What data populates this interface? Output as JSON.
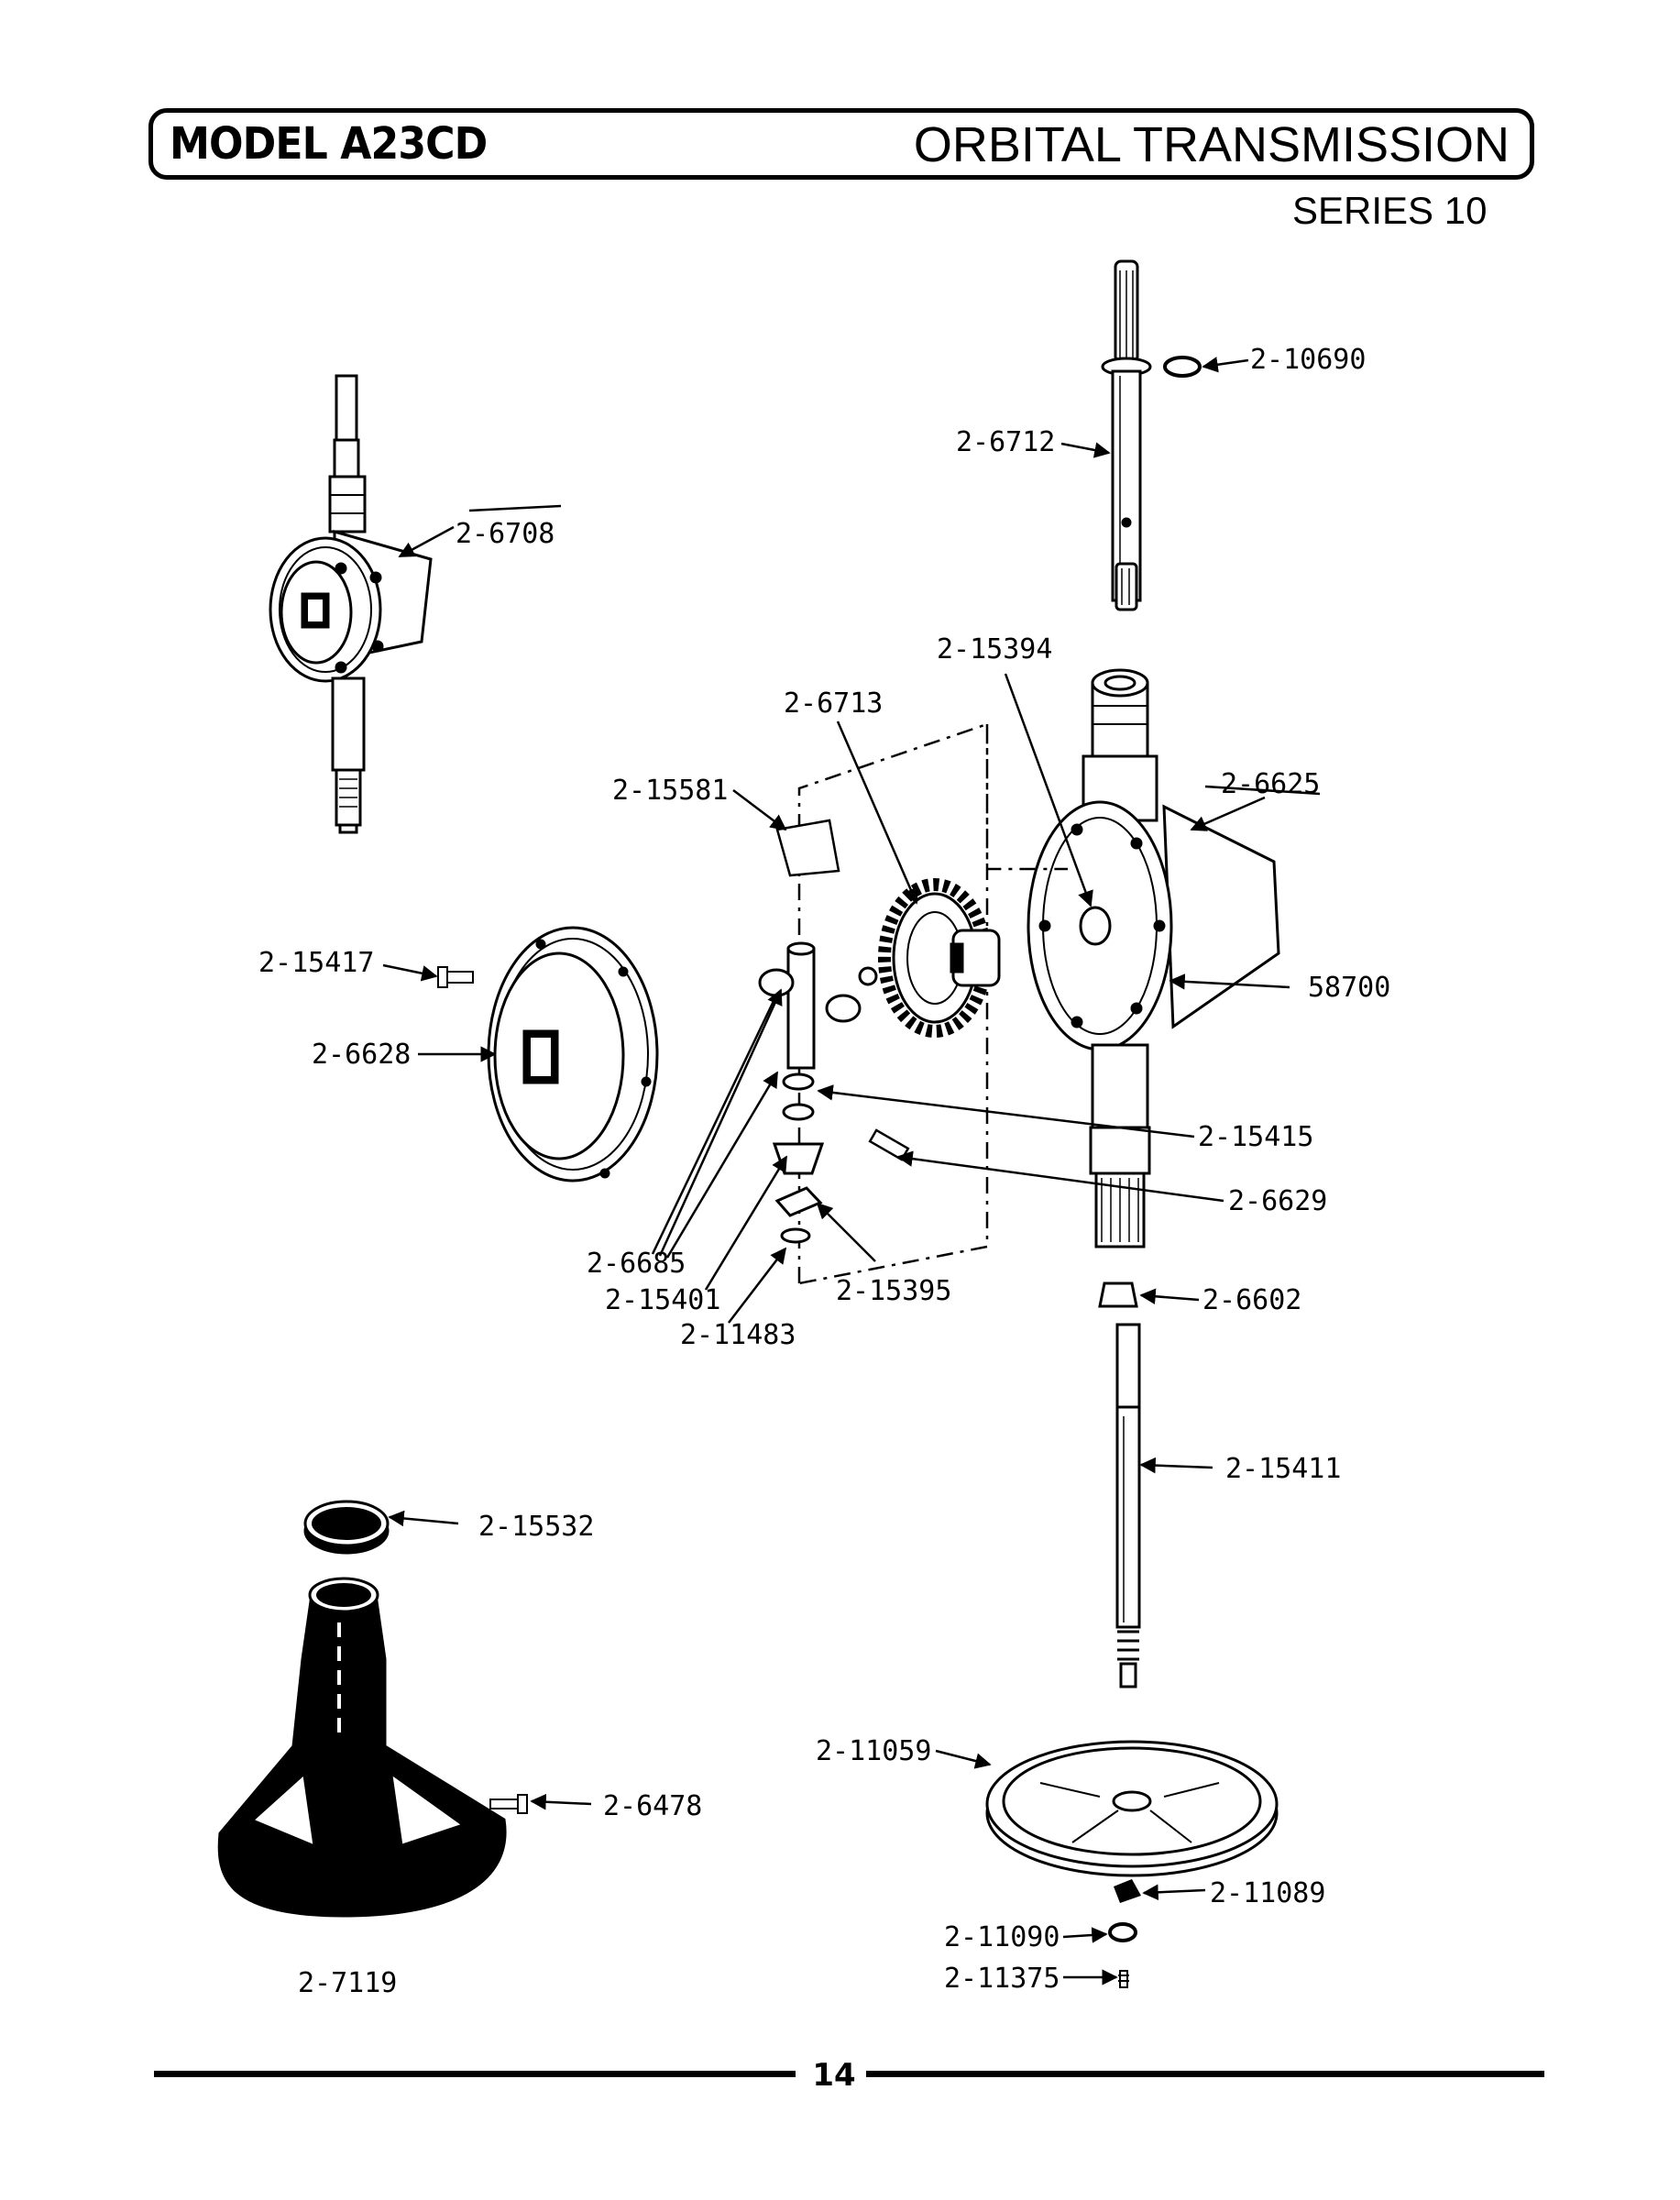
{
  "header": {
    "model": "MODEL A23CD",
    "section_title": "ORBITAL TRANSMISSION",
    "series": "SERIES 10"
  },
  "parts": {
    "p_10690": "2-10690",
    "p_6712": "2-6712",
    "p_6708": "2-6708",
    "p_15394": "2-15394",
    "p_6713": "2-6713",
    "p_15581": "2-15581",
    "p_6625": "2-6625",
    "p_58700": "58700",
    "p_15417": "2-15417",
    "p_6628": "2-6628",
    "p_15415": "2-15415",
    "p_6629": "2-6629",
    "p_6685": "2-6685",
    "p_15401": "2-15401",
    "p_11483": "2-11483",
    "p_15395": "2-15395",
    "p_6602": "2-6602",
    "p_15411": "2-15411",
    "p_15532": "2-15532",
    "p_6478": "2-6478",
    "p_11059": "2-11059",
    "p_11089": "2-11089",
    "p_11090": "2-11090",
    "p_11375": "2-11375",
    "p_7119": "2-7119"
  },
  "footer": {
    "page_number": "14"
  }
}
